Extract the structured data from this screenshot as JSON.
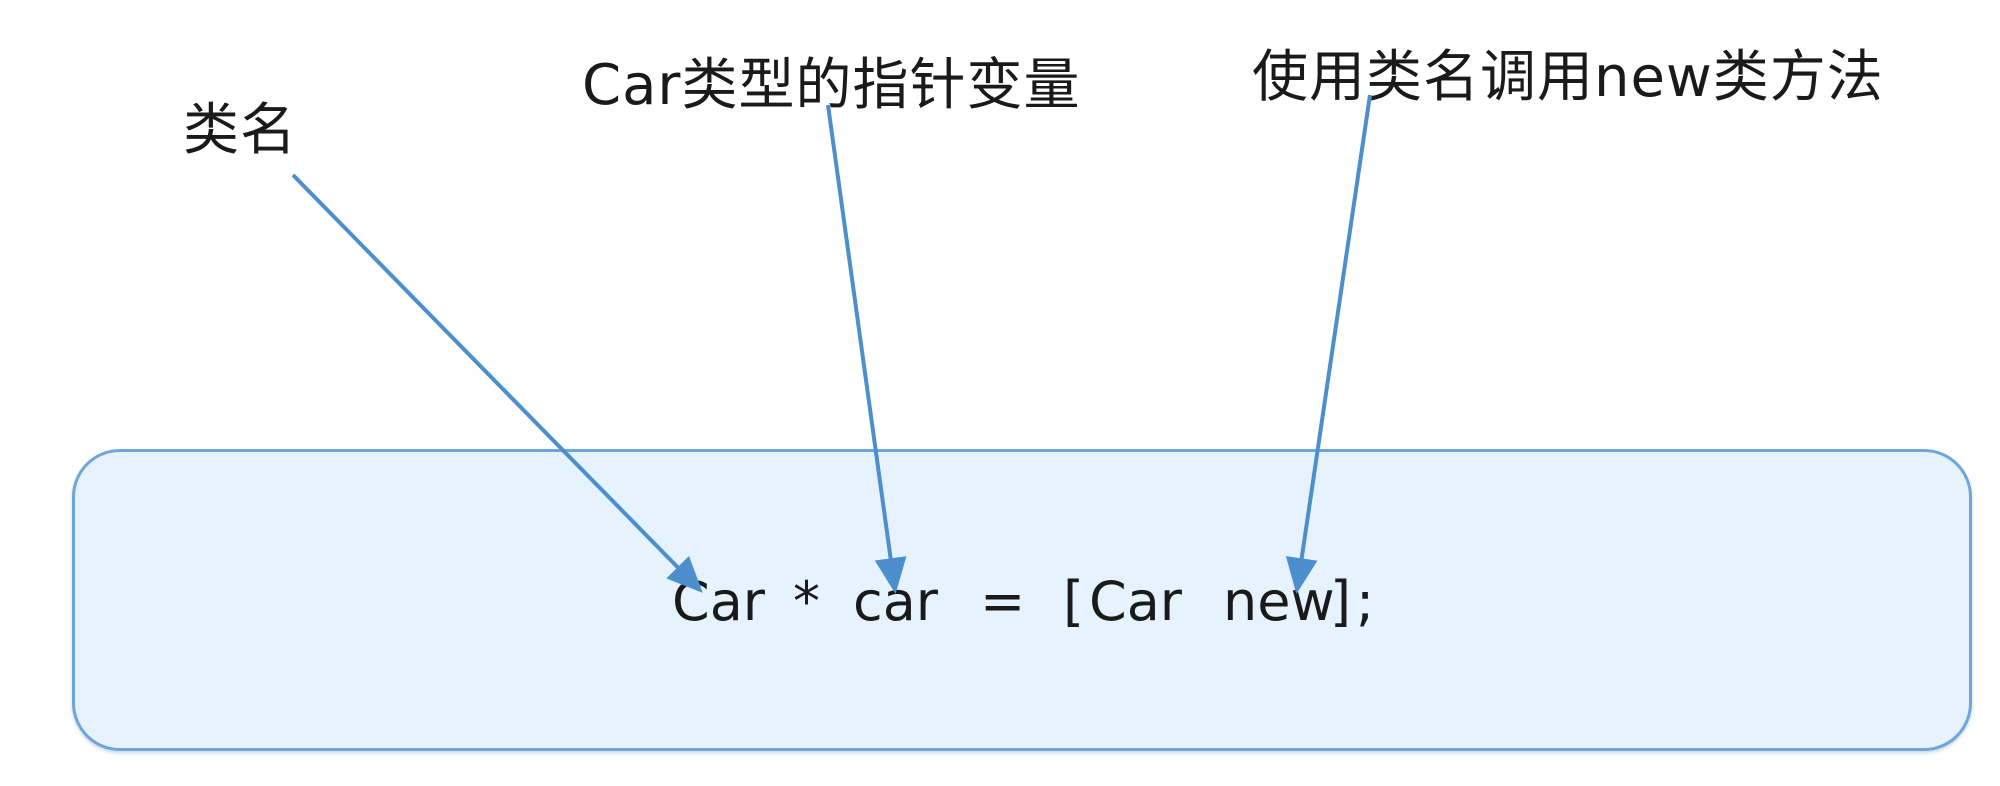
{
  "labels": {
    "class_name": "类名",
    "pointer_variable": "Car类型的指针变量",
    "class_method_call": "使用类名调用new类方法"
  },
  "code": {
    "class": "Car",
    "star": "*",
    "variable": "car",
    "equals": "=",
    "open_bracket": "[",
    "receiver": "Car",
    "method": "new",
    "close_bracket": "]",
    "semicolon": ";"
  },
  "colors": {
    "arrow": "#4d8fcc",
    "box_fill": "#e6f3fe",
    "box_border": "#6fa6d8"
  }
}
